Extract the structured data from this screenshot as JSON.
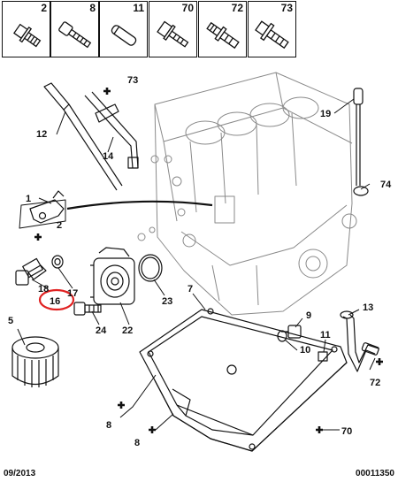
{
  "legend": [
    "2",
    "8",
    "11",
    "70",
    "72",
    "73"
  ],
  "callouts": {
    "c1": "1",
    "c2": "2",
    "c5": "5",
    "c7": "7",
    "c8a": "8",
    "c8b": "8",
    "c9": "9",
    "c10": "10",
    "c11": "11",
    "c12": "12",
    "c13": "13",
    "c14": "14",
    "c16": "16",
    "c17": "17",
    "c18": "18",
    "c19": "19",
    "c22": "22",
    "c23": "23",
    "c24": "24",
    "c70": "70",
    "c72": "72",
    "c73": "73",
    "c74": "74"
  },
  "footer": {
    "date": "09/2013",
    "ref": "00011350"
  },
  "colors": {
    "highlight": "#e02020",
    "ink": "#111111"
  }
}
